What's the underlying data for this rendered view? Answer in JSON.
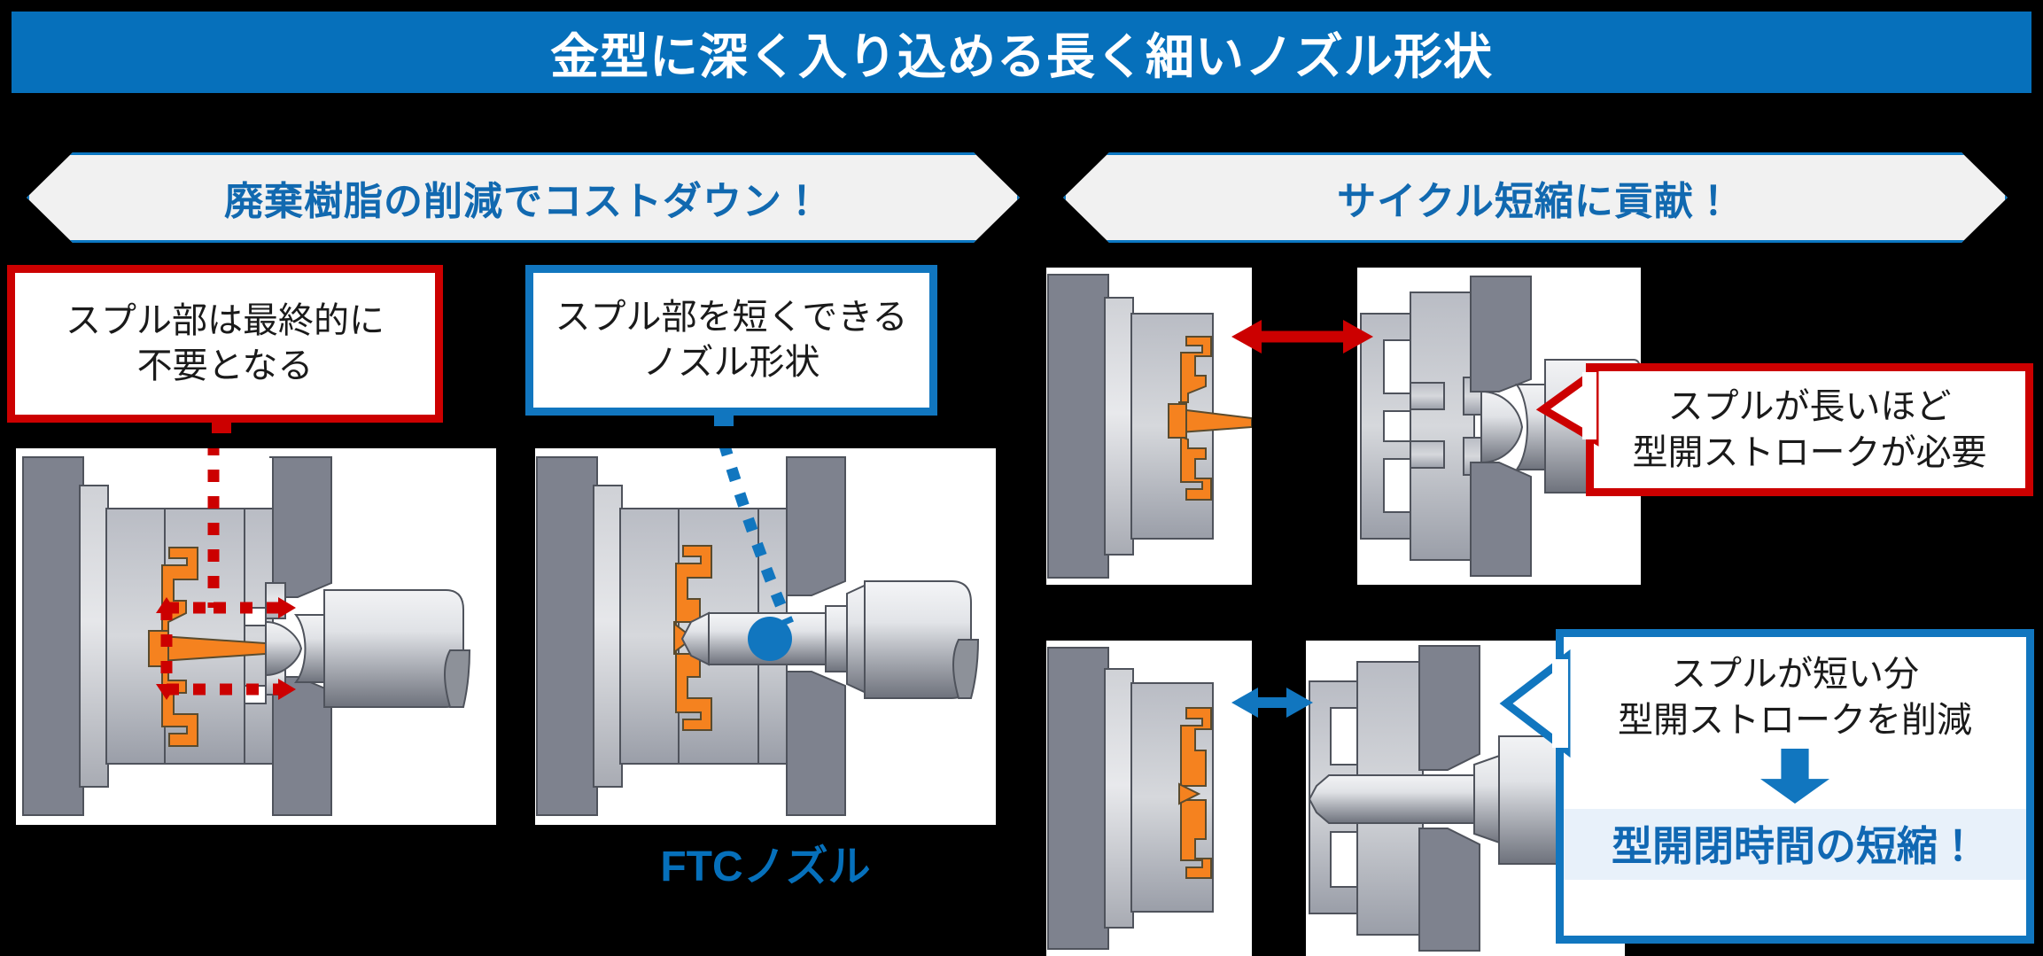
{
  "title": {
    "text": "金型に深く入り込める長く細いノズル形状",
    "bg_color": "#0670bb",
    "text_color": "#ffffff"
  },
  "sections": {
    "left": {
      "heading": "廃棄樹脂の削減でコストダウン！",
      "accent": "#1169b0"
    },
    "right": {
      "heading": "サイクル短縮に貢献！",
      "accent": "#1169b0"
    }
  },
  "callouts": {
    "waste": {
      "border_color": "#cc0000",
      "lines": [
        "スプル部は最終的に",
        "不要となる"
      ]
    },
    "shape": {
      "border_color": "#1176bf",
      "lines": [
        "スプル部を短くできる",
        "ノズル形状"
      ]
    },
    "long_stroke": {
      "border_color": "#cc0000",
      "lines": [
        "スプルが長いほど",
        "型開ストロークが必要"
      ]
    },
    "short_stroke": {
      "border_color": "#1176bf",
      "lines": [
        "スプルが短い分",
        "型開ストロークを削減"
      ],
      "arrow": "down-arrow",
      "conclusion": "型開閉時間の短縮！",
      "conclusion_color": "#1068b3",
      "conclusion_bg": "#e8f1fa"
    }
  },
  "diagrams": {
    "conventional": {
      "name": "従来ノズル金型断面",
      "leader_color": "#cc0000",
      "resin_color": "#f5821f",
      "mold_color": "#9a9ea8"
    },
    "ftc": {
      "name": "FTCノズル金型断面",
      "label": "FTCノズル",
      "label_color": "#0670bb",
      "leader_color": "#1176bf",
      "marker": "blue-dot"
    },
    "long_open": {
      "name": "スプルが長い場合の型開",
      "arrow_color": "#cc0000",
      "arrow_type": "double-headed-horizontal"
    },
    "short_open": {
      "name": "スプルが短い場合の型開",
      "arrow_color": "#1176bf",
      "arrow_type": "double-headed-horizontal"
    }
  },
  "palette": {
    "background": "#000000",
    "panel_background": "#ffffff",
    "brand_blue": "#0670bb",
    "accent_red": "#cc0000",
    "resin_orange": "#f5821f",
    "mold_dark_grey": "#7e828e",
    "mold_light_grey": "#b7bac1"
  }
}
